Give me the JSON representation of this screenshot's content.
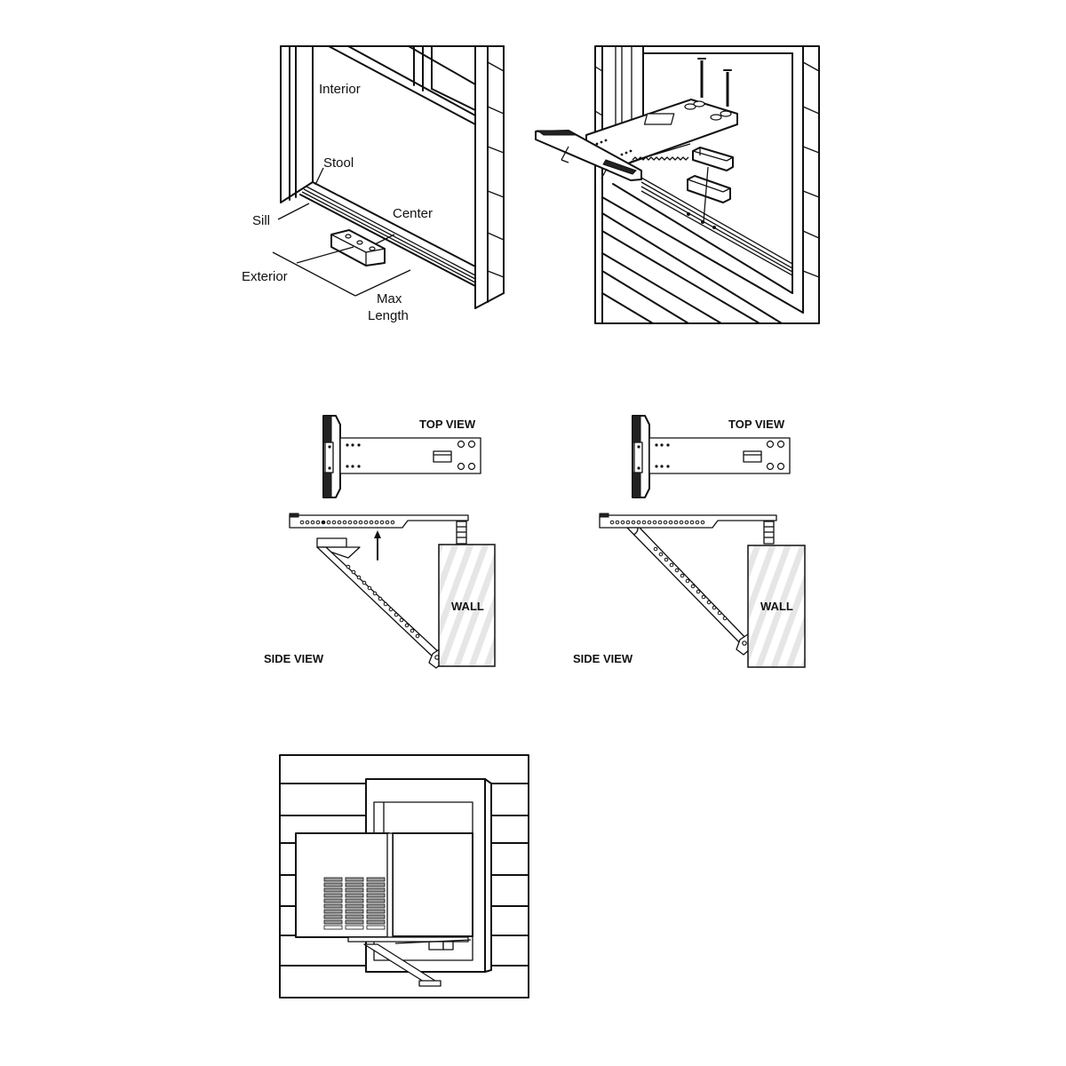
{
  "figure": {
    "title": "Window air conditioner support bracket installation",
    "panels": [
      {
        "id": "window-sill-measurement",
        "labels": {
          "interior": "Interior",
          "stool": "Stool",
          "sill": "Sill",
          "center": "Center",
          "exterior": "Exterior",
          "max_length_1": "Max",
          "max_length_2": "Length"
        }
      },
      {
        "id": "bracket-screw-mounting",
        "labels": {}
      },
      {
        "id": "bracket-adjust-before",
        "labels": {
          "top_view": "TOP VIEW",
          "side_view": "SIDE VIEW",
          "wall": "WALL"
        }
      },
      {
        "id": "bracket-adjust-after",
        "labels": {
          "top_view": "TOP VIEW",
          "side_view": "SIDE VIEW",
          "wall": "WALL"
        }
      },
      {
        "id": "ac-unit-installed-exterior",
        "labels": {}
      }
    ],
    "colors": {
      "line": "#111111",
      "background": "#ffffff",
      "wall_stripe": "#e6e6e6",
      "grille_fill": "#9a9a9a"
    }
  }
}
